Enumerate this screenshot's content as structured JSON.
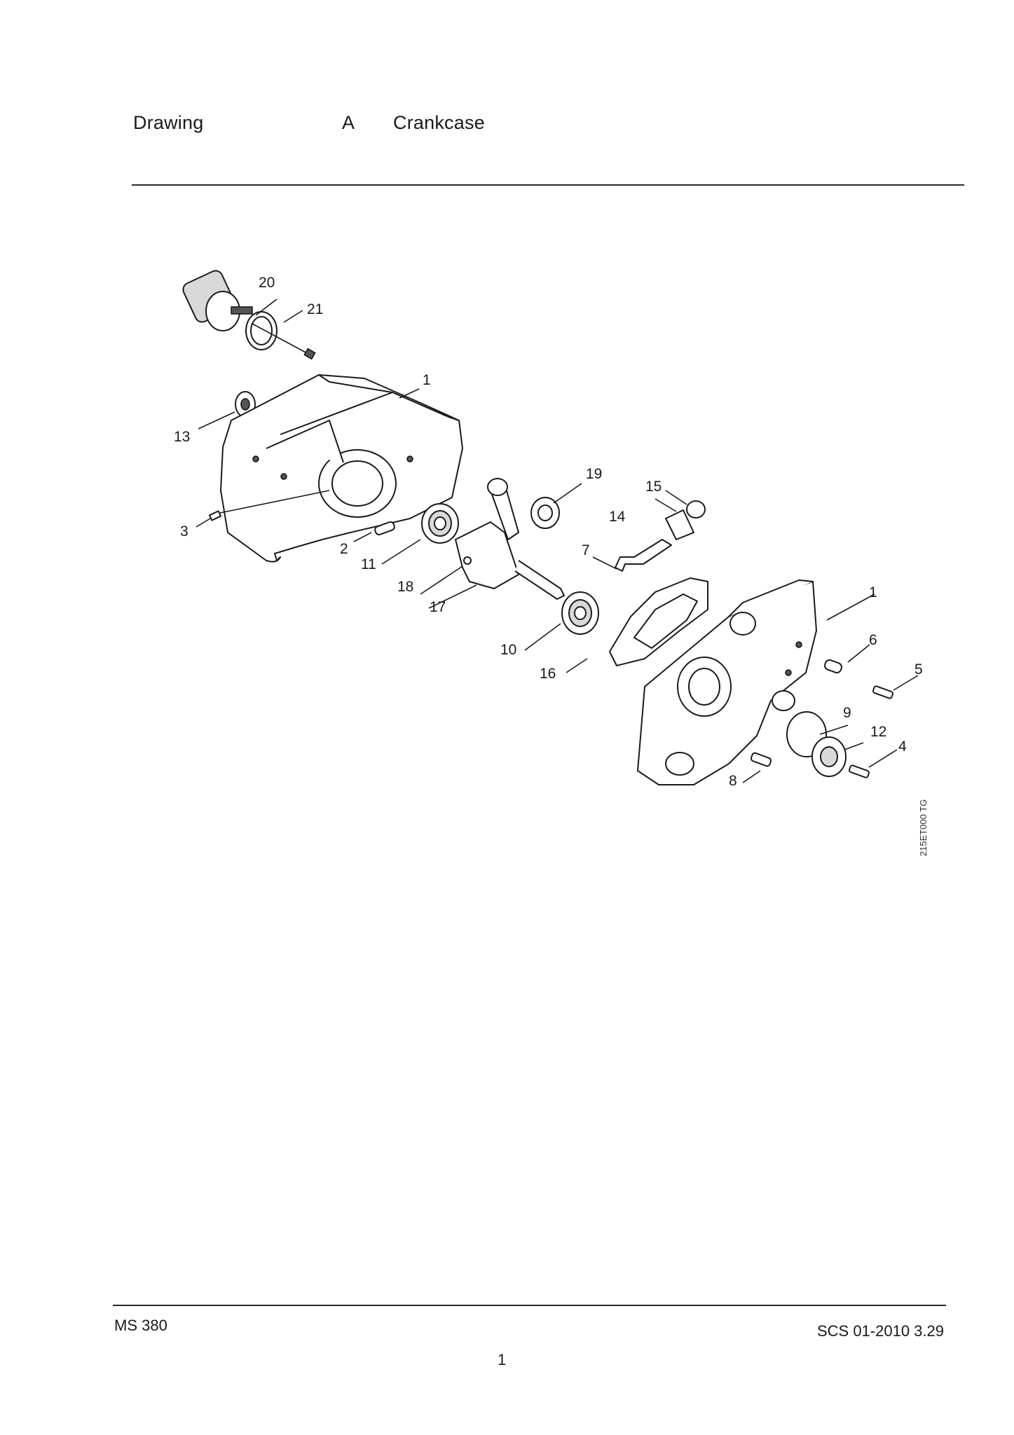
{
  "header": {
    "label": "Drawing",
    "section": "A",
    "title": "Crankcase"
  },
  "callouts": [
    "1",
    "1",
    "2",
    "3",
    "4",
    "5",
    "6",
    "7",
    "8",
    "9",
    "10",
    "11",
    "12",
    "13",
    "14",
    "15",
    "16",
    "17",
    "18",
    "19",
    "20",
    "21"
  ],
  "figure_code": "215ET000 TG",
  "footer": {
    "model": "MS 380",
    "code": "SCS 01-2010 3.29",
    "page": "1"
  }
}
